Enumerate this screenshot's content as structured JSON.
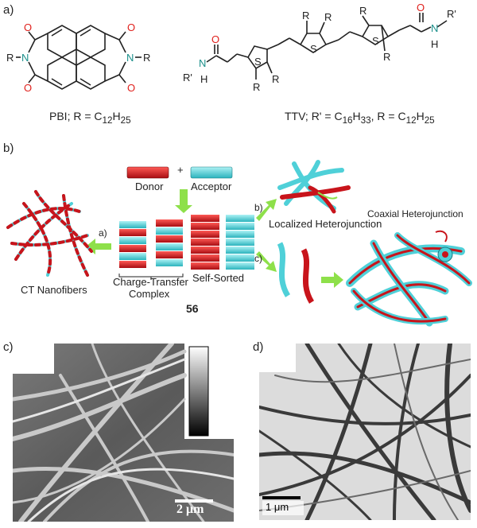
{
  "panels": {
    "a": "a)",
    "b": "b)",
    "c": "c)",
    "d": "d)"
  },
  "panel_a": {
    "pbi_caption": "PBI; R = C12H25",
    "pbi_caption_parts": {
      "name": "PBI; R = C",
      "sub1": "12",
      "mid": "H",
      "sub2": "25"
    },
    "ttv_caption_parts": {
      "name": "TTV; R' = C",
      "sub1": "16",
      "mid1": "H",
      "sub2": "33",
      "mid2": ", R = C",
      "sub3": "12",
      "mid3": "H",
      "sub4": "25"
    },
    "atom_R": "R",
    "atom_N": "N",
    "atom_O": "O",
    "atom_S": "S",
    "atom_H": "H",
    "atom_Rprime": "R'",
    "colors": {
      "oxygen": "#e0201c",
      "nitrogen": "#1a8f8a",
      "bond": "#222222"
    }
  },
  "panel_b": {
    "donor": "Donor",
    "plus": "+",
    "acceptor": "Acceptor",
    "label_a": "a)",
    "label_b": "b)",
    "label_c": "c)",
    "ct_nanofibers": "CT Nanofibers",
    "charge_transfer": "Charge-Transfer",
    "complex": "Complex",
    "self_sorted": "Self-Sorted",
    "compound_number": "56",
    "localized": "Localized Heterojunction",
    "coaxial": "Coaxial Heterojunction",
    "colors": {
      "donor": "#c8141b",
      "acceptor": "#4fd0d8",
      "arrow": "#8ee04a"
    }
  },
  "panel_c": {
    "scale_bar": "2 μm"
  },
  "panel_d": {
    "scale_bar": "1 μm"
  }
}
